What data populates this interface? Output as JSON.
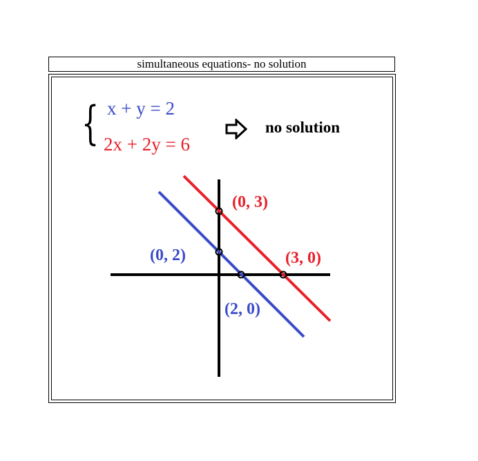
{
  "title": "simultaneous equations- no solution",
  "equations": [
    {
      "text": "x + y = 2",
      "color": "#3b4bc8"
    },
    {
      "text": "2x + 2y = 6",
      "color": "#e8202a"
    }
  ],
  "result": "no solution",
  "icons": {
    "implies": "right-arrow-icon",
    "brace": "left-brace-icon"
  },
  "colors": {
    "blue_line": "#3b4bc8",
    "red_line": "#e8202a",
    "axes": "#000000"
  },
  "points": [
    {
      "label": "(0, 3)",
      "color": "#e8202a"
    },
    {
      "label": "(0, 2)",
      "color": "#3b4bc8"
    },
    {
      "label": "(3, 0)",
      "color": "#e8202a"
    },
    {
      "label": "(2, 0)",
      "color": "#3b4bc8"
    }
  ]
}
